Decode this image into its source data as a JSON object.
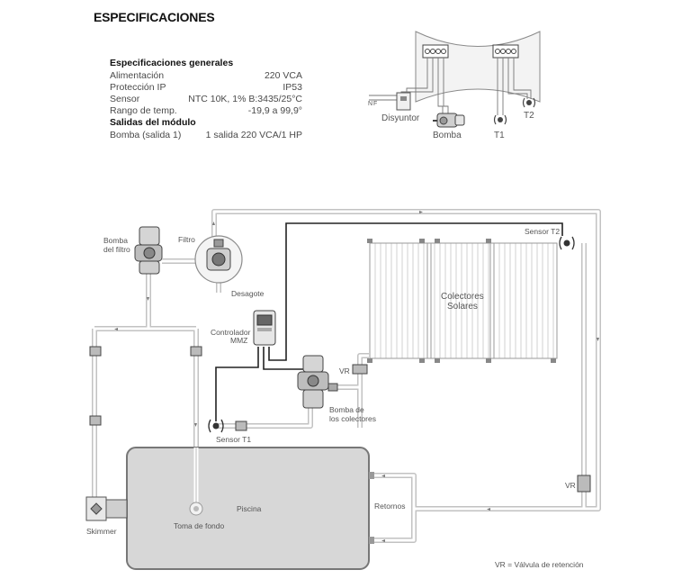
{
  "title": "ESPECIFICACIONES",
  "specs": {
    "general_heading": "Especificaciones generales",
    "rows": [
      {
        "label": "Alimentación",
        "value": "220 VCA"
      },
      {
        "label": "Protección IP",
        "value": "IP53"
      },
      {
        "label": "Sensor",
        "value": "NTC 10K, 1% B:3435/25°C"
      },
      {
        "label": "Rango de temp.",
        "value": "-19,9 a 99,9°"
      }
    ],
    "outputs_heading": "Salidas del módulo",
    "outputs": [
      {
        "label": "Bomba (salida 1)",
        "value": "1 salida 220 VCA/1 HP"
      }
    ]
  },
  "wiring": {
    "disyuntor": "Disyuntor",
    "bomba": "Bomba",
    "t1": "T1",
    "t2": "T2",
    "n": "N",
    "f": "F"
  },
  "diagram": {
    "bomba_filtro_1": "Bomba",
    "bomba_filtro_2": "del filtro",
    "filtro": "Filtro",
    "desagote": "Desagote",
    "controlador_1": "Controlador",
    "controlador_2": "MMZ",
    "colectores_1": "Colectores",
    "colectores_2": "Solares",
    "sensor_t2": "Sensor T2",
    "vr_left": "VR",
    "vr_right": "VR",
    "bomba_col_1": "Bomba de",
    "bomba_col_2": "los colectores",
    "sensor_t1": "Sensor T1",
    "piscina": "Piscina",
    "toma": "Toma de fondo",
    "skimmer": "Skimmer",
    "retornos": "Retornos",
    "legend": "VR = Válvula de retención"
  }
}
